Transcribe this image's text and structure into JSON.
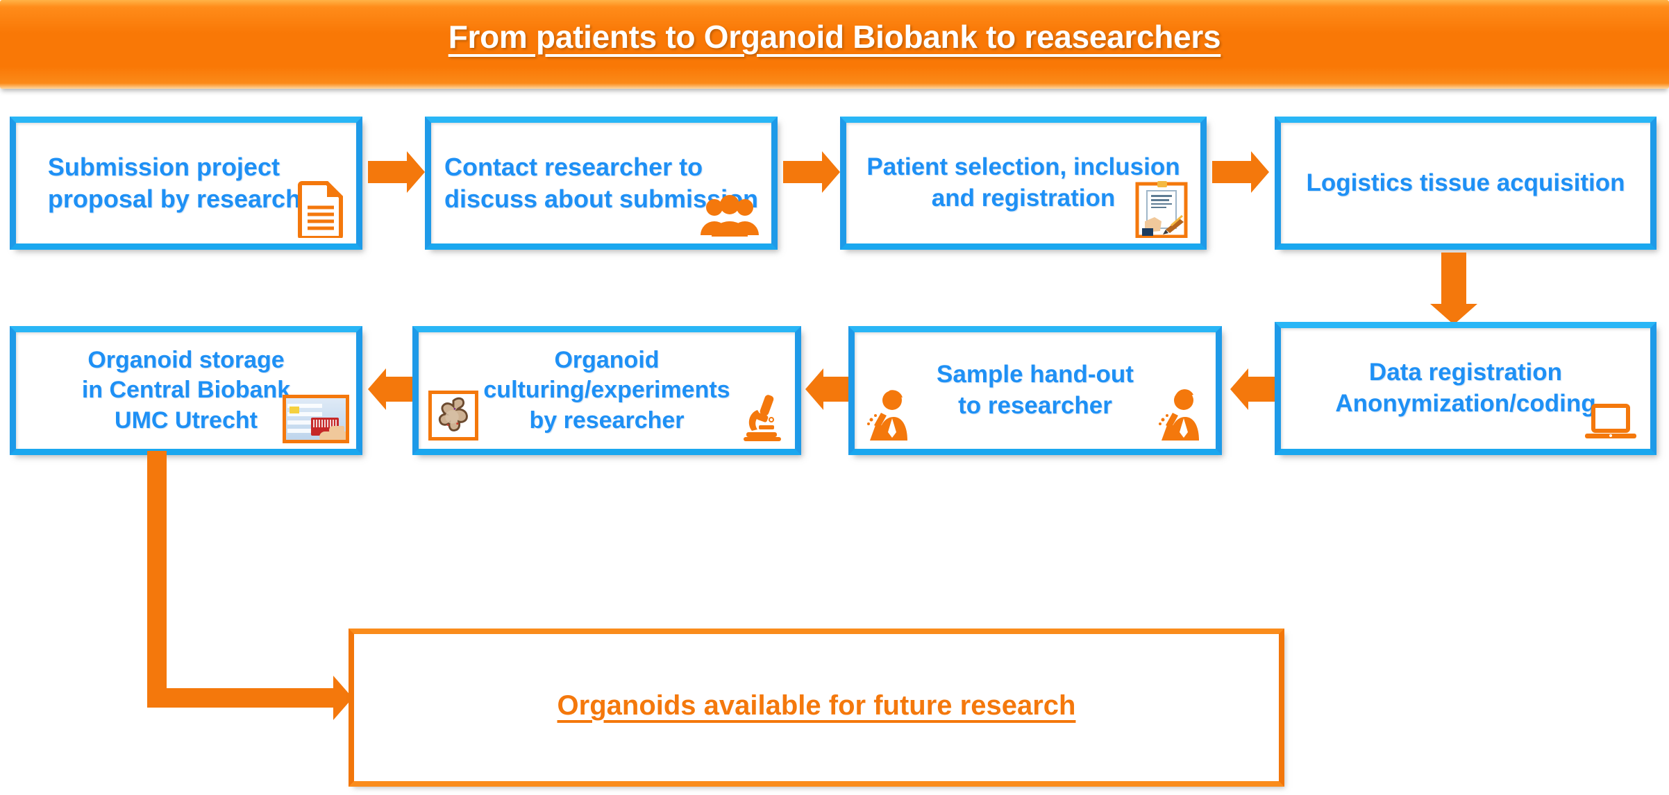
{
  "header": {
    "title": "From patients to Organoid Biobank to reasearchers"
  },
  "colors": {
    "banner_orange": "#f97806",
    "arrow_orange": "#f4780c",
    "box_border_blue": "#1e9ae8",
    "box_text_blue": "#1e90f5",
    "result_text_orange": "#f4780c",
    "background": "#ffffff"
  },
  "flow": {
    "row1": [
      {
        "id": "step-1",
        "label": "Submission project\nproposal by researcher",
        "icon": "document-icon",
        "align": "left"
      },
      {
        "id": "step-2",
        "label": "Contact researcher to\ndiscuss about submission",
        "icon": "people-group-icon",
        "align": "left"
      },
      {
        "id": "step-3",
        "label": "Patient selection, inclusion\nand registration",
        "icon": "informed-consent-icon",
        "align": "center"
      },
      {
        "id": "step-4",
        "label": "Logistics tissue acquisition",
        "icon": "",
        "align": "center"
      }
    ],
    "row2": [
      {
        "id": "step-5",
        "label": "Data registration\nAnonymization/coding",
        "icon": "laptop-icon",
        "align": "center"
      },
      {
        "id": "step-6",
        "label": "Sample hand-out\nto researcher",
        "icon": "scientist-icon",
        "align": "center"
      },
      {
        "id": "step-7",
        "label": "Organoid\nculturing/experiments\nby researcher",
        "icon": "microscope-icon",
        "align": "center"
      },
      {
        "id": "step-8",
        "label": "Organoid storage\nin Central Biobank\nUMC Utrecht",
        "icon": "biobank-freezer-photo",
        "align": "center"
      }
    ],
    "result": {
      "id": "result",
      "label": "Organoids available for future research"
    }
  },
  "connectors": [
    {
      "id": "arrow-1-to-2",
      "direction": "right"
    },
    {
      "id": "arrow-2-to-3",
      "direction": "right"
    },
    {
      "id": "arrow-3-to-4",
      "direction": "right"
    },
    {
      "id": "arrow-4-to-5",
      "direction": "down"
    },
    {
      "id": "arrow-5-to-6",
      "direction": "left"
    },
    {
      "id": "arrow-6-to-7",
      "direction": "left"
    },
    {
      "id": "arrow-7-to-8",
      "direction": "left"
    },
    {
      "id": "arrow-8-to-result",
      "direction": "down-then-right"
    }
  ]
}
